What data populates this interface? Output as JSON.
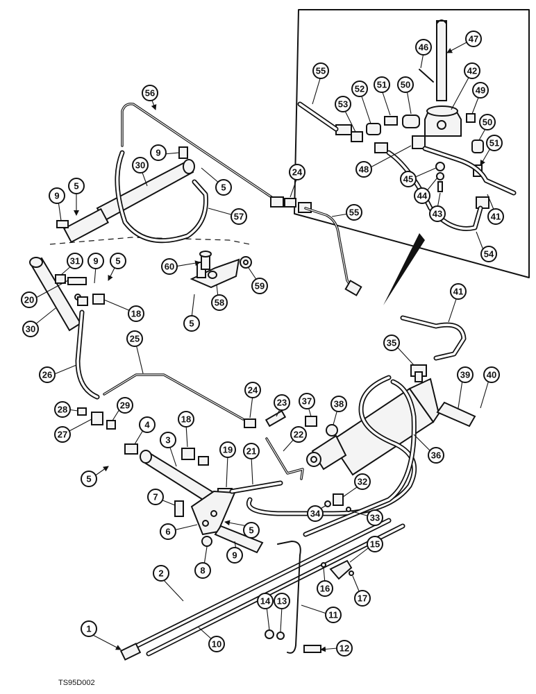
{
  "drawing": {
    "reference_code": "TS95D002"
  },
  "callouts": [
    "1",
    "2",
    "3",
    "4",
    "5",
    "6",
    "7",
    "8",
    "9",
    "10",
    "11",
    "12",
    "13",
    "14",
    "15",
    "16",
    "17",
    "18",
    "19",
    "20",
    "21",
    "22",
    "23",
    "24",
    "25",
    "26",
    "27",
    "28",
    "29",
    "30",
    "31",
    "32",
    "33",
    "34",
    "35",
    "36",
    "37",
    "38",
    "39",
    "40",
    "41",
    "42",
    "43",
    "44",
    "45",
    "46",
    "47",
    "48",
    "49",
    "50",
    "51",
    "52",
    "53",
    "54",
    "55",
    "56",
    "57",
    "58",
    "59",
    "60"
  ]
}
